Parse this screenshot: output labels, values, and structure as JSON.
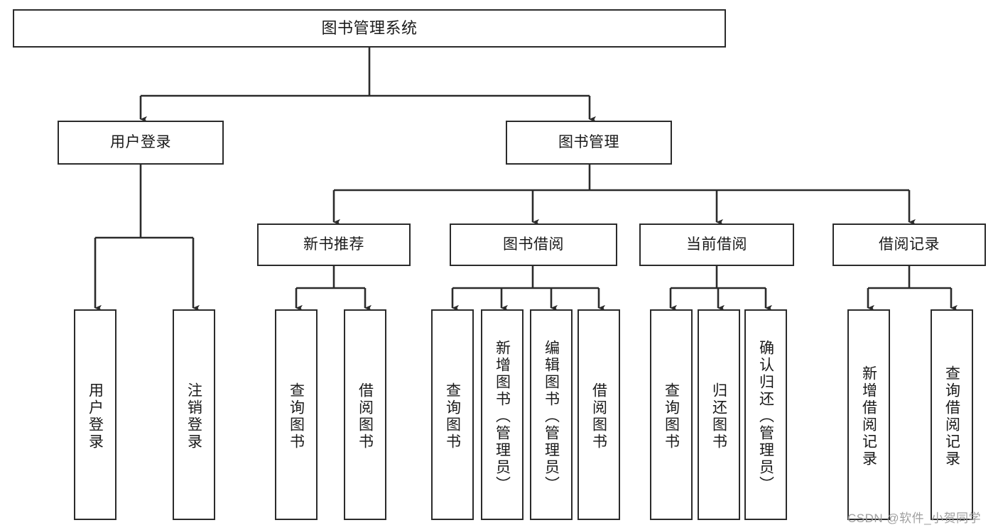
{
  "diagram": {
    "title": "图书管理系统",
    "type": "tree-hierarchy-chart",
    "stroke_color": "#2b2b2b",
    "fill_color": "#ffffff",
    "text_color": "#1a1a1a",
    "watermark": "CSDN @软件_小贺同学",
    "levels": {
      "root": {
        "label": "图书管理系统"
      },
      "level1": [
        {
          "id": "user-login",
          "label": "用户登录"
        },
        {
          "id": "book-manage",
          "label": "图书管理"
        }
      ],
      "level2": [
        {
          "id": "new-book-recommend",
          "label": "新书推荐"
        },
        {
          "id": "book-borrow",
          "label": "图书借阅"
        },
        {
          "id": "current-borrow",
          "label": "当前借阅"
        },
        {
          "id": "borrow-record",
          "label": "借阅记录"
        }
      ],
      "leaves": {
        "user_login": [
          {
            "id": "leaf-user-login",
            "label": "用户登录"
          },
          {
            "id": "leaf-logout-login",
            "label": "注销登录"
          }
        ],
        "new_book_recommend": [
          {
            "id": "leaf-query-book-1",
            "label": "查询图书"
          },
          {
            "id": "leaf-borrow-book-1",
            "label": "借阅图书"
          }
        ],
        "book_borrow": [
          {
            "id": "leaf-query-book-2",
            "label": "查询图书"
          },
          {
            "id": "leaf-add-book",
            "label": "新增图书（管理员）"
          },
          {
            "id": "leaf-edit-book",
            "label": "编辑图书（管理员）"
          },
          {
            "id": "leaf-borrow-book-2",
            "label": "借阅图书"
          }
        ],
        "current_borrow": [
          {
            "id": "leaf-query-book-3",
            "label": "查询图书"
          },
          {
            "id": "leaf-return-book",
            "label": "归还图书"
          },
          {
            "id": "leaf-confirm-return",
            "label": "确认归还（管理员）"
          }
        ],
        "borrow_record": [
          {
            "id": "leaf-add-record",
            "label": "新增借阅记录"
          },
          {
            "id": "leaf-query-record",
            "label": "查询借阅记录"
          }
        ]
      }
    }
  }
}
